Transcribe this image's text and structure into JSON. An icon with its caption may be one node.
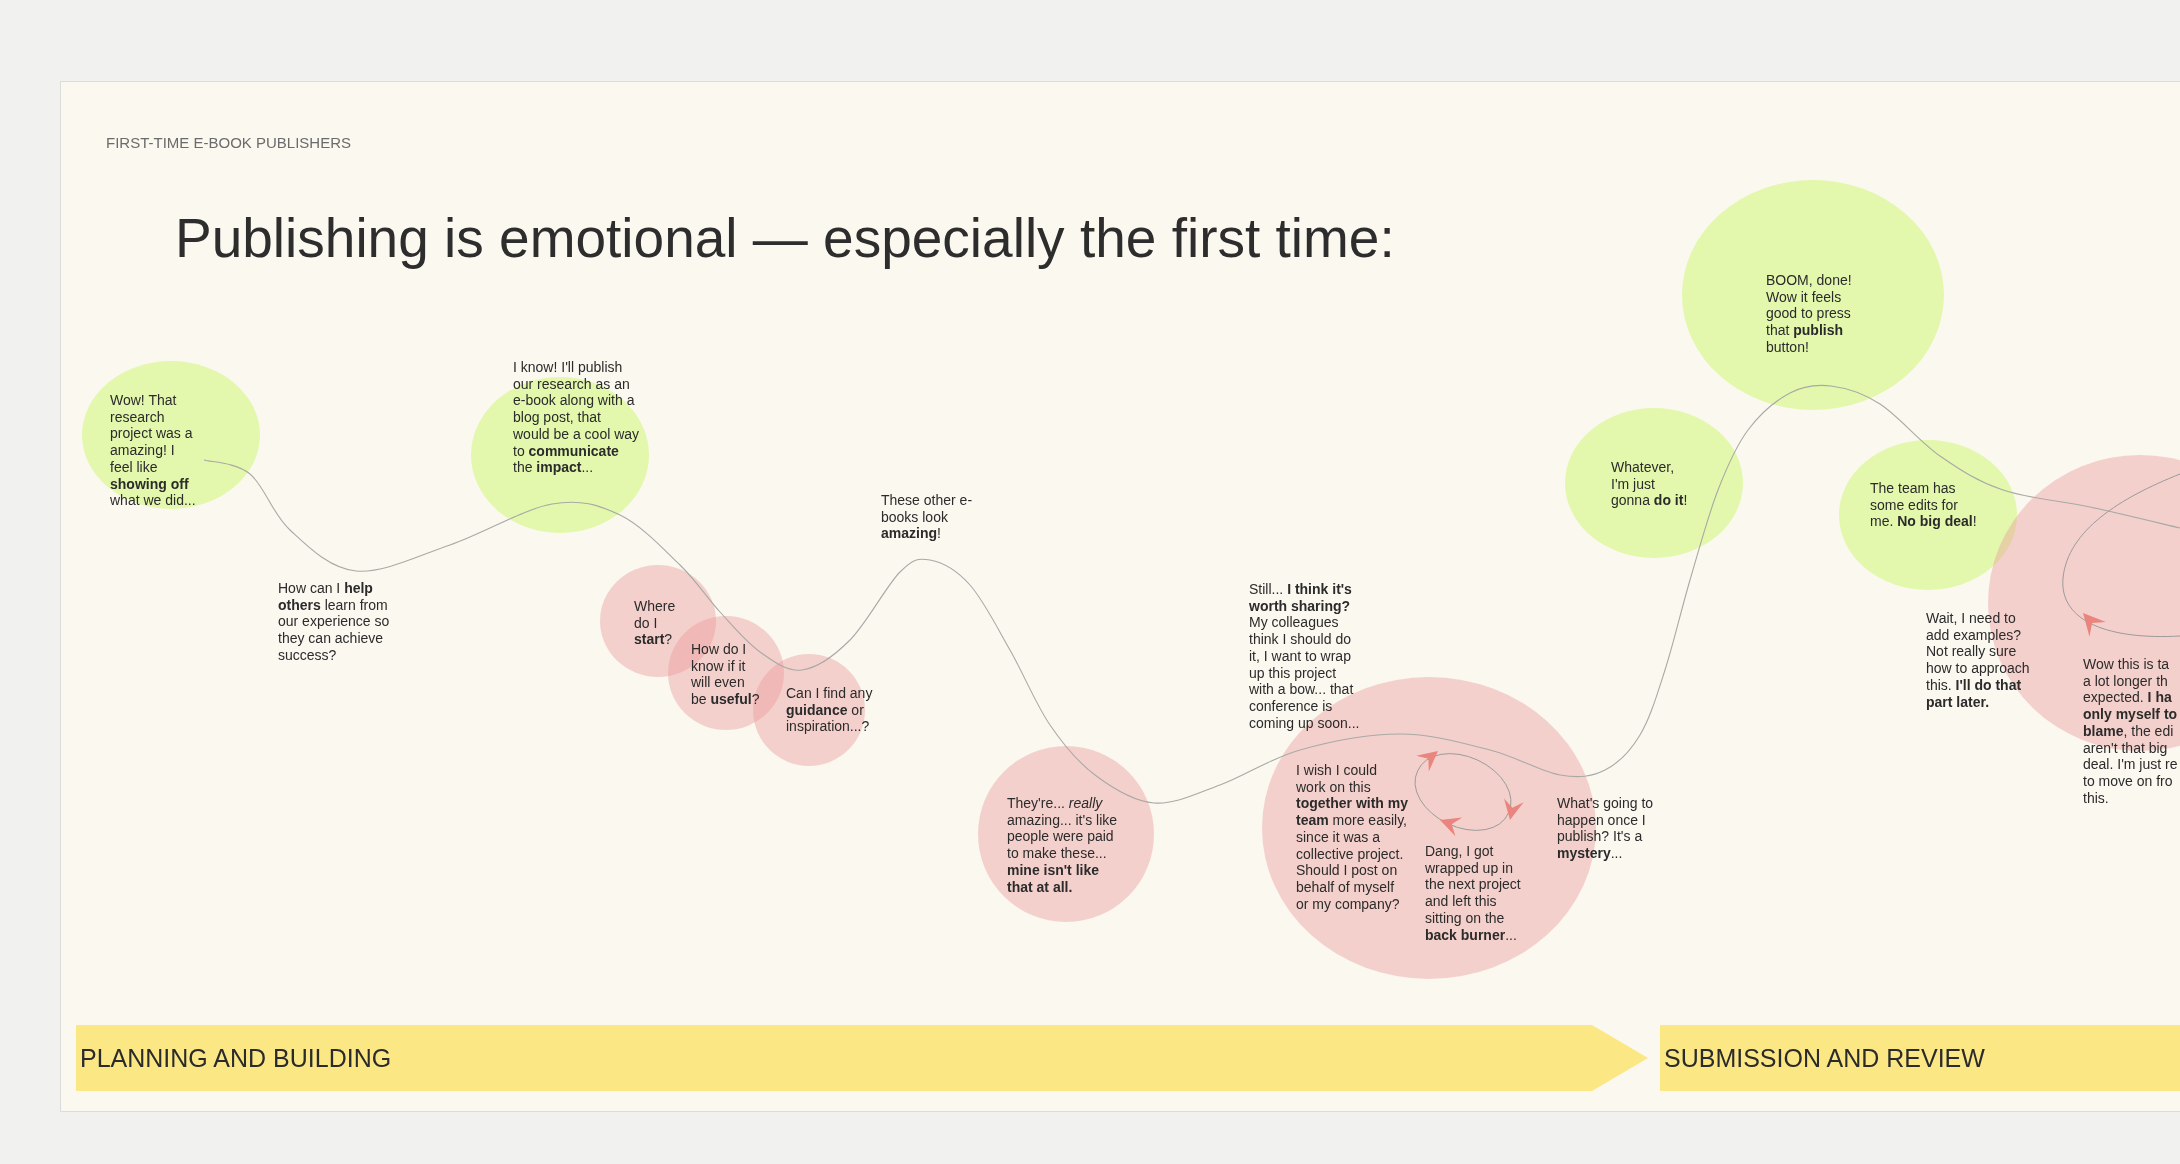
{
  "diagram": {
    "title": "Publishing is emotional — especially the first time:",
    "nodes": [
      {
        "text": [
          "Wow! That research project was a amazing! I feel like **showing off** what we did..."
        ]
      },
      {
        "text": [
          "I know! I'll publish our research as an e-book along with a blog post, that would be a cool way to **communicate** the **impact**..."
        ]
      },
      {
        "text": [
          "Where do I **start**?"
        ]
      },
      {
        "text": [
          "How do I know if it will even be **useful**?"
        ]
      },
      {
        "text": [
          "Can I find any **guidance** or inspiration...?"
        ]
      },
      {
        "text": [
          "They're... *really* amazing... it's like people were paid to make these... **mine isn't like that at all.**"
        ]
      },
      {
        "text": [
          "I wish I could work on this **together with my team** more easily, since it was a collective project. Should I post on behalf of myself or my company?",
          "Dang, I got wrapped up in the next project and left this sitting on the **back burner**..."
        ]
      },
      {
        "text": [
          "Whatever, I'm just gonna **do it**!"
        ]
      },
      {
        "text": [
          "BOOM, done! Wow it feels good to press that **publish** button!"
        ]
      },
      {
        "text": [
          "The team has some edits for me. **No big deal**!"
        ]
      },
      {
        "text": [
          "Wow this is ta a lot longer th expected. **I ha only myself to blame**, the edi aren't that big deal. I'm just re to move on fro this."
        ]
      },
      {
        "text": [
          "PLANNING AND BUILDING"
        ]
      },
      {
        "text": [
          "SUBMISSION AND REVIEW"
        ]
      }
    ],
    "labels": [
      "FIRST-TIME E-BOOK PUBLISHERS",
      "How can I **help others** learn from our experience so they can achieve success?",
      "These other e-books look **amazing**!",
      "Still... **I think it's worth sharing?** My colleagues think I should do it, I want to wrap up this project with a bow... that conference is coming up soon...",
      "What's going to happen once I publish? It's a **mystery**...",
      "Wait, I need to add examples? Not really sure how to approach this. **I'll do that part later.**"
    ]
  }
}
